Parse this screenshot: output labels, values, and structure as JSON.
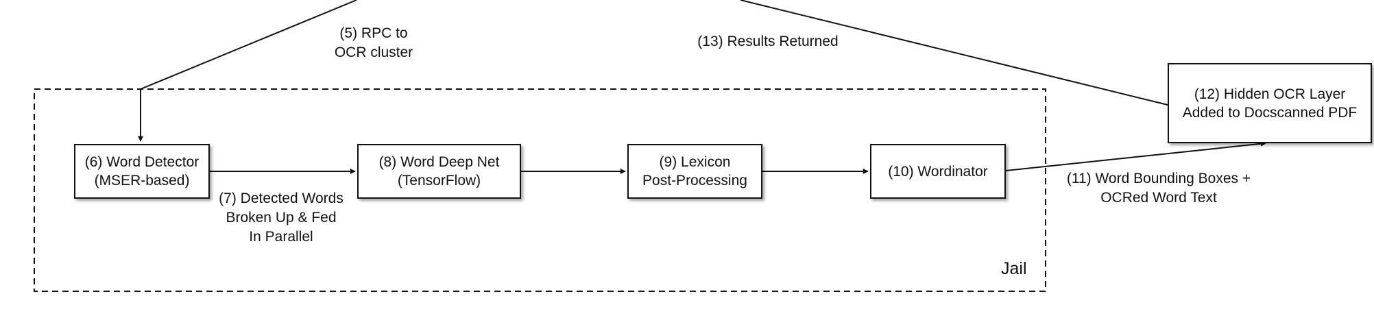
{
  "nodes": {
    "word_detector": {
      "line1": "(6) Word Detector",
      "line2": "(MSER-based)"
    },
    "word_deep_net": {
      "line1": "(8) Word Deep Net",
      "line2": "(TensorFlow)"
    },
    "lexicon": {
      "line1": "(9) Lexicon",
      "line2": "Post-Processing"
    },
    "wordinator": {
      "line1": "(10) Wordinator"
    },
    "hidden_ocr": {
      "line1": "(12) Hidden OCR Layer",
      "line2": "Added to Docscanned PDF"
    }
  },
  "edges": {
    "rpc": {
      "line1": "(5) RPC to",
      "line2": "OCR cluster"
    },
    "results": {
      "line1": "(13) Results Returned"
    },
    "detected_words": {
      "line1": "(7) Detected Words",
      "line2": "Broken Up & Fed",
      "line3": "In Parallel"
    },
    "bounding_boxes": {
      "line1": "(11) Word Bounding Boxes +",
      "line2": "OCRed Word Text"
    }
  },
  "jail": {
    "label": "Jail"
  }
}
